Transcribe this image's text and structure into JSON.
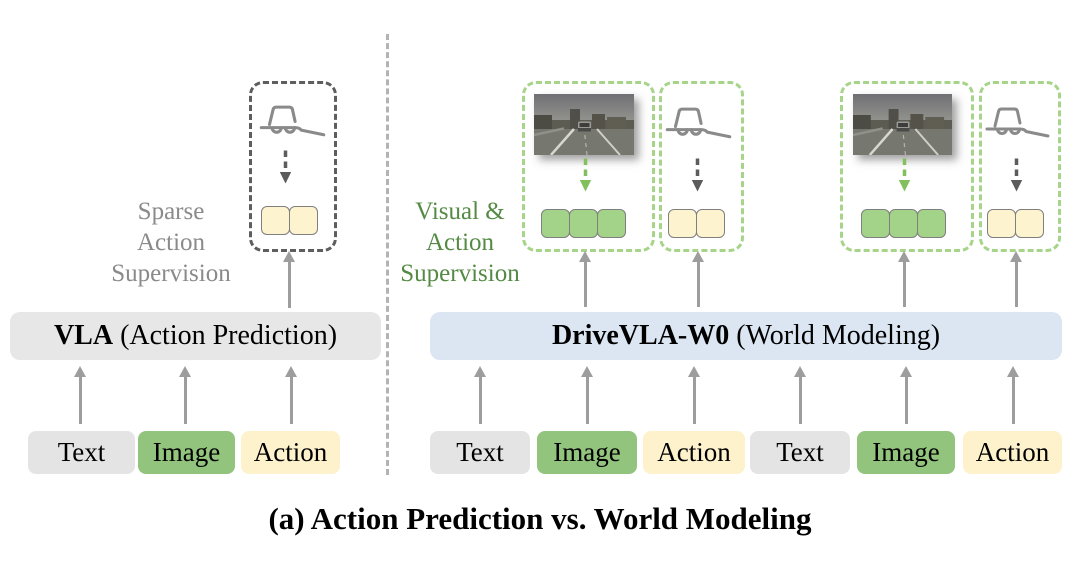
{
  "figure": {
    "caption": "(a) Action Prediction vs. World Modeling"
  },
  "left_panel": {
    "supervision_label": {
      "line1": "Sparse",
      "line2": "Action",
      "line3": "Supervision"
    },
    "model": {
      "name": "VLA",
      "descriptor": " (Action Prediction)"
    },
    "tokens": [
      {
        "label": "Text",
        "type": "text"
      },
      {
        "label": "Image",
        "type": "image"
      },
      {
        "label": "Action",
        "type": "action"
      }
    ]
  },
  "right_panel": {
    "supervision_label": {
      "line1": "Visual &",
      "line2": "Action",
      "line3": "Supervision"
    },
    "model": {
      "name": "DriveVLA-W0",
      "descriptor": " (World Modeling)"
    },
    "tokens": [
      {
        "label": "Text",
        "type": "text"
      },
      {
        "label": "Image",
        "type": "image"
      },
      {
        "label": "Action",
        "type": "action"
      },
      {
        "label": "Text",
        "type": "text"
      },
      {
        "label": "Image",
        "type": "image"
      },
      {
        "label": "Action",
        "type": "action"
      }
    ]
  },
  "icons": {
    "ego_car": "car-trajectory-icon",
    "camera_frame": "driving-scene-photo",
    "down_arrow_visual": "green-dashed-down-arrow-icon",
    "down_arrow_action": "gray-dashed-down-arrow-icon"
  },
  "colors": {
    "text_token_bg": "#e4e4e4",
    "image_token_bg": "#93c47d",
    "action_token_bg": "#fdf2cc",
    "vla_box_bg": "#e7e7e7",
    "drivevla_box_bg": "#dbe6f2",
    "green_dash_border": "#a6d489",
    "gray_dash_border": "#5e5e5e",
    "arrow_gray": "#9d9d9d",
    "supervision_gray_text": "#8a8a8a",
    "supervision_green_text": "#548a43"
  }
}
